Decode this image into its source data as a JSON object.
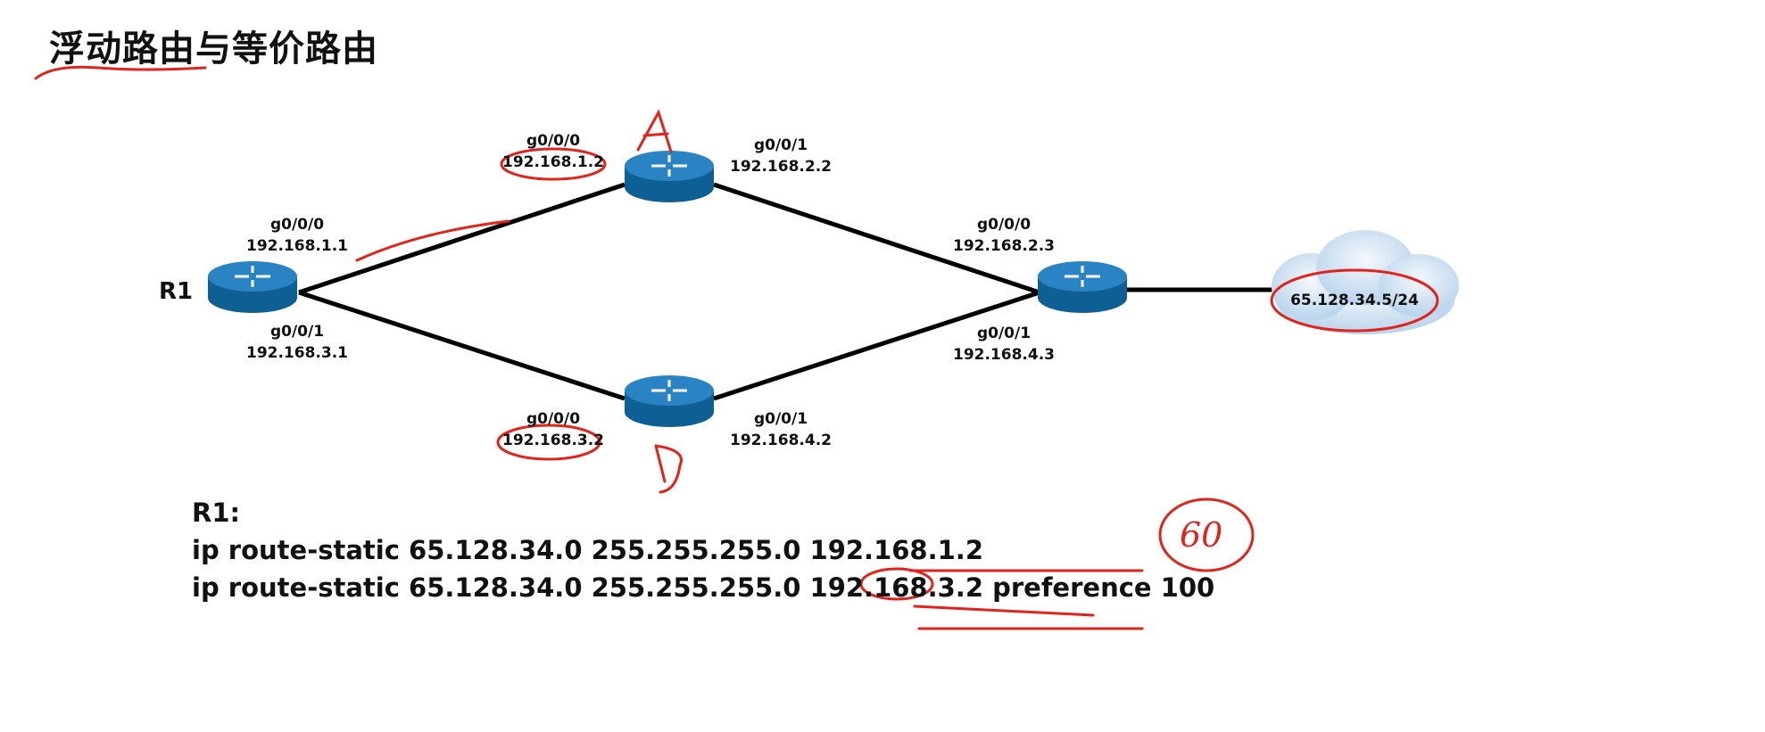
{
  "title": "浮动路由与等价路由",
  "routers": {
    "r1": {
      "name": "R1"
    },
    "a": {
      "name": "A"
    },
    "b": {
      "name": "B"
    },
    "edge": {
      "name": ""
    }
  },
  "labels": {
    "r1_g0": {
      "intf": "g0/0/0",
      "ip": "192.168.1.1"
    },
    "r1_g1": {
      "intf": "g0/0/1",
      "ip": "192.168.3.1"
    },
    "a_g0": {
      "intf": "g0/0/0",
      "ip": "192.168.1.2"
    },
    "a_g1": {
      "intf": "g0/0/1",
      "ip": "192.168.2.2"
    },
    "b_g0": {
      "intf": "g0/0/0",
      "ip": "192.168.3.2"
    },
    "b_g1": {
      "intf": "g0/0/1",
      "ip": "192.168.4.2"
    },
    "edge_g0": {
      "intf": "g0/0/0",
      "ip": "192.168.2.3"
    },
    "edge_g1": {
      "intf": "g0/0/1",
      "ip": "192.168.4.3"
    }
  },
  "cloud": {
    "network": "65.128.34.5/24"
  },
  "config": {
    "header": "R1:",
    "line1": "ip route-static 65.128.34.0 255.255.255.0 192.168.1.2",
    "line2": "ip route-static 65.128.34.0 255.255.255.0 192.168.3.2 preference 100"
  },
  "annotation": {
    "default_preference": "60"
  },
  "colors": {
    "router_top": "#2a84c4",
    "router_side": "#0e5f94",
    "ink": "#e0241b",
    "link": "#000000"
  }
}
